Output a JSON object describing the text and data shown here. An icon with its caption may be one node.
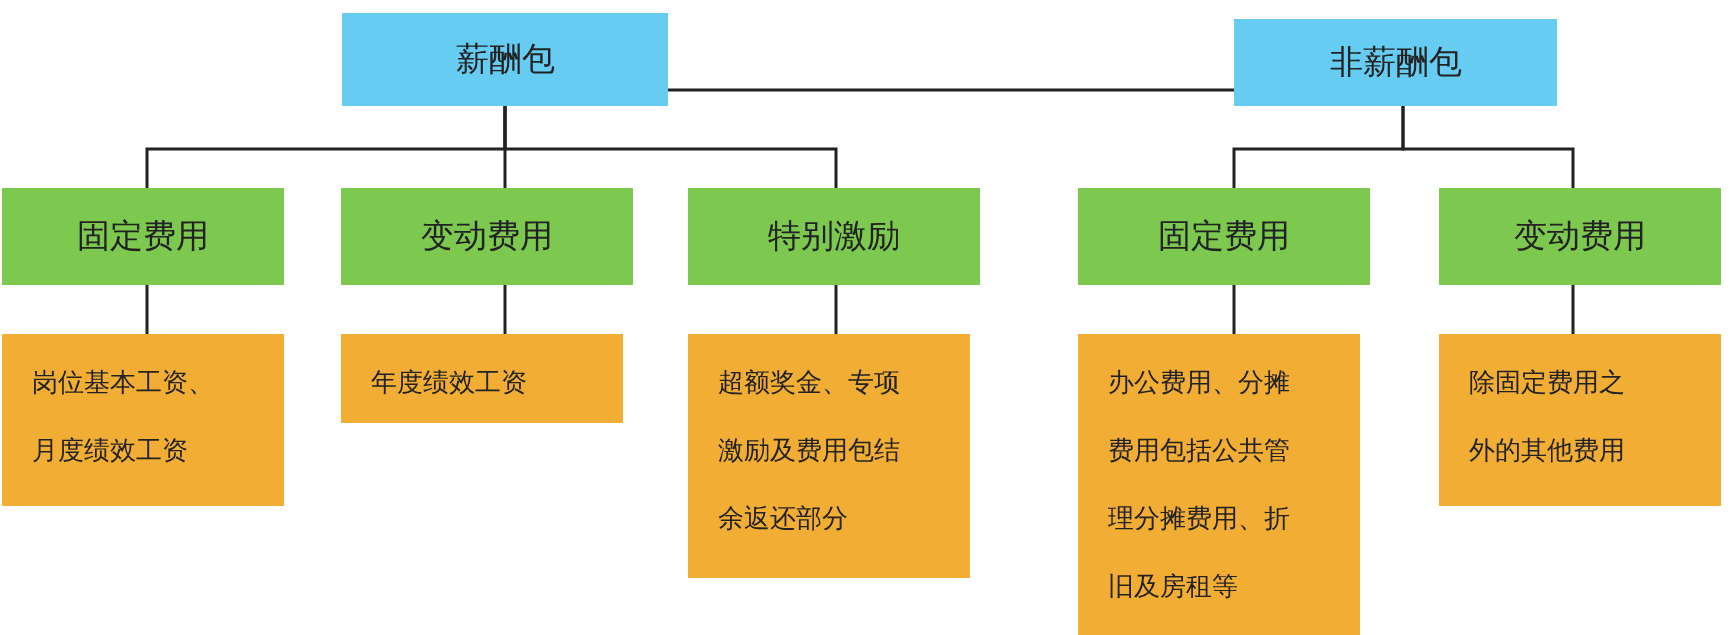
{
  "diagram": {
    "nodes": [
      {
        "text": [
          "薪酬包"
        ]
      },
      {
        "text": [
          "非薪酬包"
        ]
      },
      {
        "text": [
          "固定费用"
        ]
      },
      {
        "text": [
          "变动费用"
        ]
      },
      {
        "text": [
          "特别激励"
        ]
      },
      {
        "text": [
          "固定费用"
        ]
      },
      {
        "text": [
          "变动费用"
        ]
      },
      {
        "text": [
          "岗位基本工资、月度绩效工资"
        ]
      },
      {
        "text": [
          "年度绩效工资"
        ]
      },
      {
        "text": [
          "超额奖金、专项激励及费用包结余返还部分"
        ]
      },
      {
        "text": [
          "办公费用、分摊费用包括公共管理分摊费用、折旧及房租等"
        ]
      },
      {
        "text": [
          "除固定费用之外的其他费用"
        ]
      }
    ],
    "edges": [
      {
        "from": 0,
        "to": 1,
        "arrow": "none"
      },
      {
        "from": 0,
        "to": 2,
        "arrow": "none"
      },
      {
        "from": 0,
        "to": 3,
        "arrow": "none"
      },
      {
        "from": 0,
        "to": 4,
        "arrow": "none"
      },
      {
        "from": 1,
        "to": 5,
        "arrow": "none"
      },
      {
        "from": 1,
        "to": 6,
        "arrow": "none"
      },
      {
        "from": 2,
        "to": 7,
        "arrow": "none"
      },
      {
        "from": 3,
        "to": 8,
        "arrow": "none"
      },
      {
        "from": 4,
        "to": 9,
        "arrow": "none"
      },
      {
        "from": 5,
        "to": 10,
        "arrow": "none"
      },
      {
        "from": 6,
        "to": 11,
        "arrow": "none"
      }
    ]
  }
}
